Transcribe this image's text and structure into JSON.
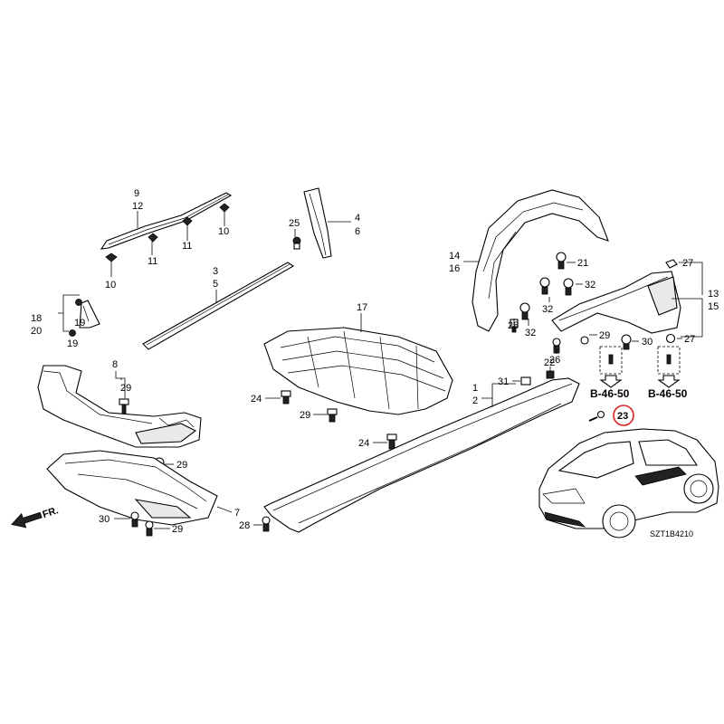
{
  "callouts": {
    "c1": "1",
    "c2": "2",
    "c3": "3",
    "c4": "4",
    "c5": "5",
    "c6": "6",
    "c7": "7",
    "c8": "8",
    "c9": "9",
    "c10a": "10",
    "c10b": "10",
    "c11a": "11",
    "c11b": "11",
    "c12": "12",
    "c13": "13",
    "c14": "14",
    "c15": "15",
    "c16": "16",
    "c17": "17",
    "c18": "18",
    "c19a": "19",
    "c19b": "19",
    "c20": "20",
    "c21": "21",
    "c22": "22",
    "c23": "23",
    "c24a": "24",
    "c24b": "24",
    "c25": "25",
    "c26": "26",
    "c27a": "27",
    "c27b": "27",
    "c28a": "28",
    "c28b": "28",
    "c29a": "29",
    "c29b": "29",
    "c29c": "29",
    "c29d": "29",
    "c30a": "30",
    "c30b": "30",
    "c31": "31",
    "c32a": "32",
    "c32b": "32",
    "c32c": "32"
  },
  "refs": {
    "left": "B-46-50",
    "right": "B-46-50"
  },
  "front_label": "FR.",
  "diagram_code": "SZT1B4210",
  "highlight": {
    "part": "23",
    "color": "#d92020"
  }
}
